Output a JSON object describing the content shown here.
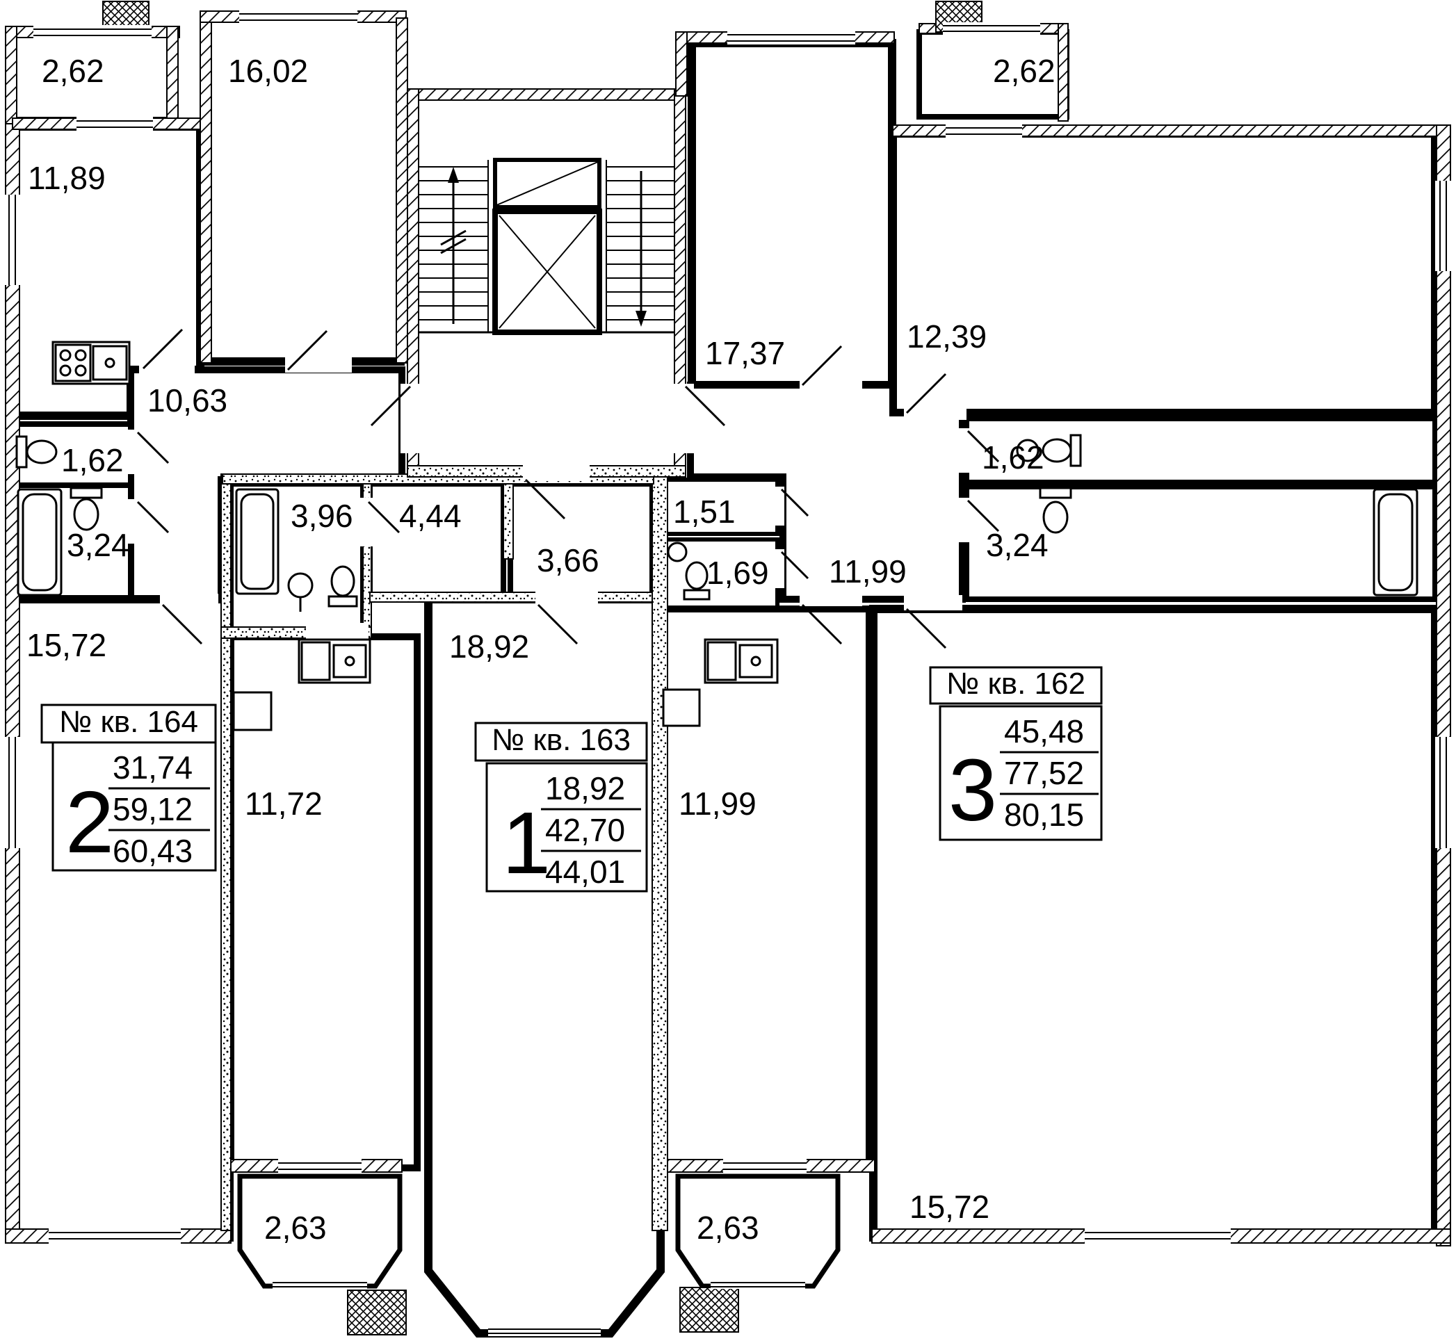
{
  "colors": {
    "highlight": "#d9f3d9",
    "wall": "#000000"
  },
  "labels": {
    "balcony_top_left": "2,62",
    "balcony_top_right": "2,62",
    "room_11_89": "11,89",
    "room_16_02": "16,02",
    "hall_10_63": "10,63",
    "wc_1_62_left": "1,62",
    "bath_3_24_left": "3,24",
    "room_15_72_left": "15,72",
    "bath_3_96": "3,96",
    "hall_4_44": "4,44",
    "corridor_3_66": "3,66",
    "kitchen_11_72": "11,72",
    "room_18_92": "18,92",
    "bay_2_63_left": "2,63",
    "bay_2_63_right": "2,63",
    "room_17_37": "17,37",
    "room_12_39": "12,39",
    "storage_1_51": "1,51",
    "wc_1_69": "1,69",
    "hall_11_99": "11,99",
    "kitchen_11_99": "11,99",
    "wc_1_62_right": "1,62",
    "bath_3_24_right": "3,24",
    "room_15_72_right": "15,72"
  },
  "apartments": [
    {
      "number_label": "№ кв. 164",
      "rooms": "2",
      "living_area": "31,74",
      "total_area": "59,12",
      "total_area_with_balcony": "60,43"
    },
    {
      "number_label": "№ кв. 163",
      "rooms": "1",
      "living_area": "18,92",
      "total_area": "42,70",
      "total_area_with_balcony": "44,01"
    },
    {
      "number_label": "№ кв. 162",
      "rooms": "3",
      "living_area": "45,48",
      "total_area": "77,52",
      "total_area_with_balcony": "80,15"
    }
  ]
}
